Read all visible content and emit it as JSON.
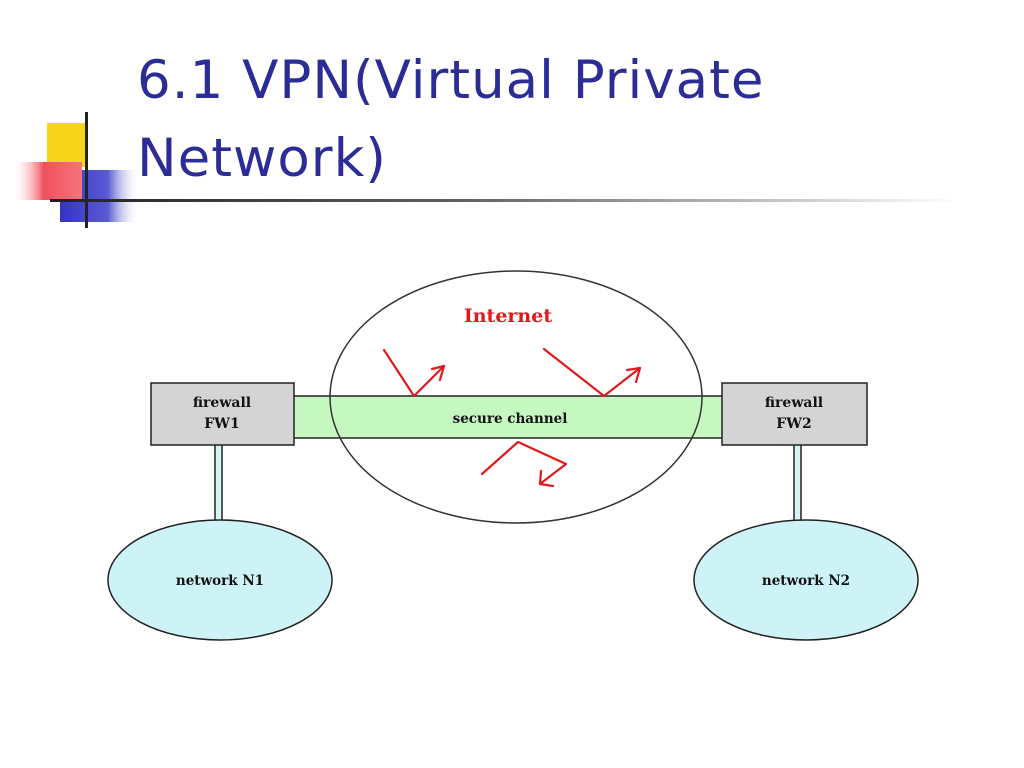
{
  "slide": {
    "title_line1": "6.1 VPN(Virtual Private",
    "title_line2": "Network)"
  },
  "diagram": {
    "internet_label": "Internet",
    "channel_label": "secure channel",
    "fw1": {
      "line1": "firewall",
      "line2": "FW1"
    },
    "fw2": {
      "line1": "firewall",
      "line2": "FW2"
    },
    "network1_label": "network N1",
    "network2_label": "network N2"
  },
  "colors": {
    "title": "#2b2c95",
    "internet_label": "#e01a1a",
    "arrows": "#e01a1a",
    "channel_fill": "#c5f7c0",
    "firewall_fill": "#d4d4d4",
    "network_fill": "#cdf3f7",
    "deco_yellow": "#f7d61a",
    "deco_red": "#f0515c",
    "deco_blue": "#3334c5"
  }
}
